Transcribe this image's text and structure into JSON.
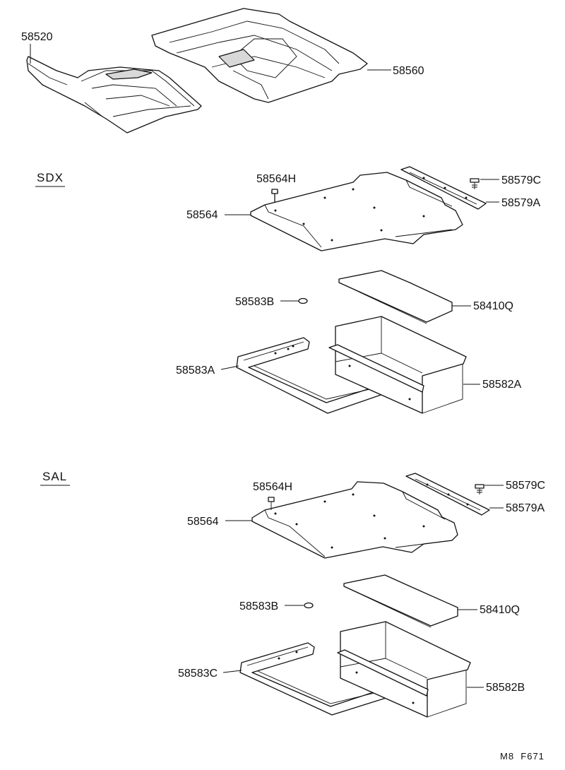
{
  "figure_code": "M8  F671",
  "top": {
    "labels": {
      "p58520": "58520",
      "p58560": "58560"
    }
  },
  "sdx": {
    "title": "SDX",
    "labels": {
      "p58564H": "58564H",
      "p58564": "58564",
      "p58579C": "58579C",
      "p58579A": "58579A",
      "p58583B": "58583B",
      "p58410Q": "58410Q",
      "p58583A": "58583A",
      "p58582A": "58582A"
    }
  },
  "sal": {
    "title": "SAL",
    "labels": {
      "p58564H": "58564H",
      "p58564": "58564",
      "p58579C": "58579C",
      "p58579A": "58579A",
      "p58583B": "58583B",
      "p58410Q": "58410Q",
      "p58583C": "58583C",
      "p58582B": "58582B"
    }
  }
}
